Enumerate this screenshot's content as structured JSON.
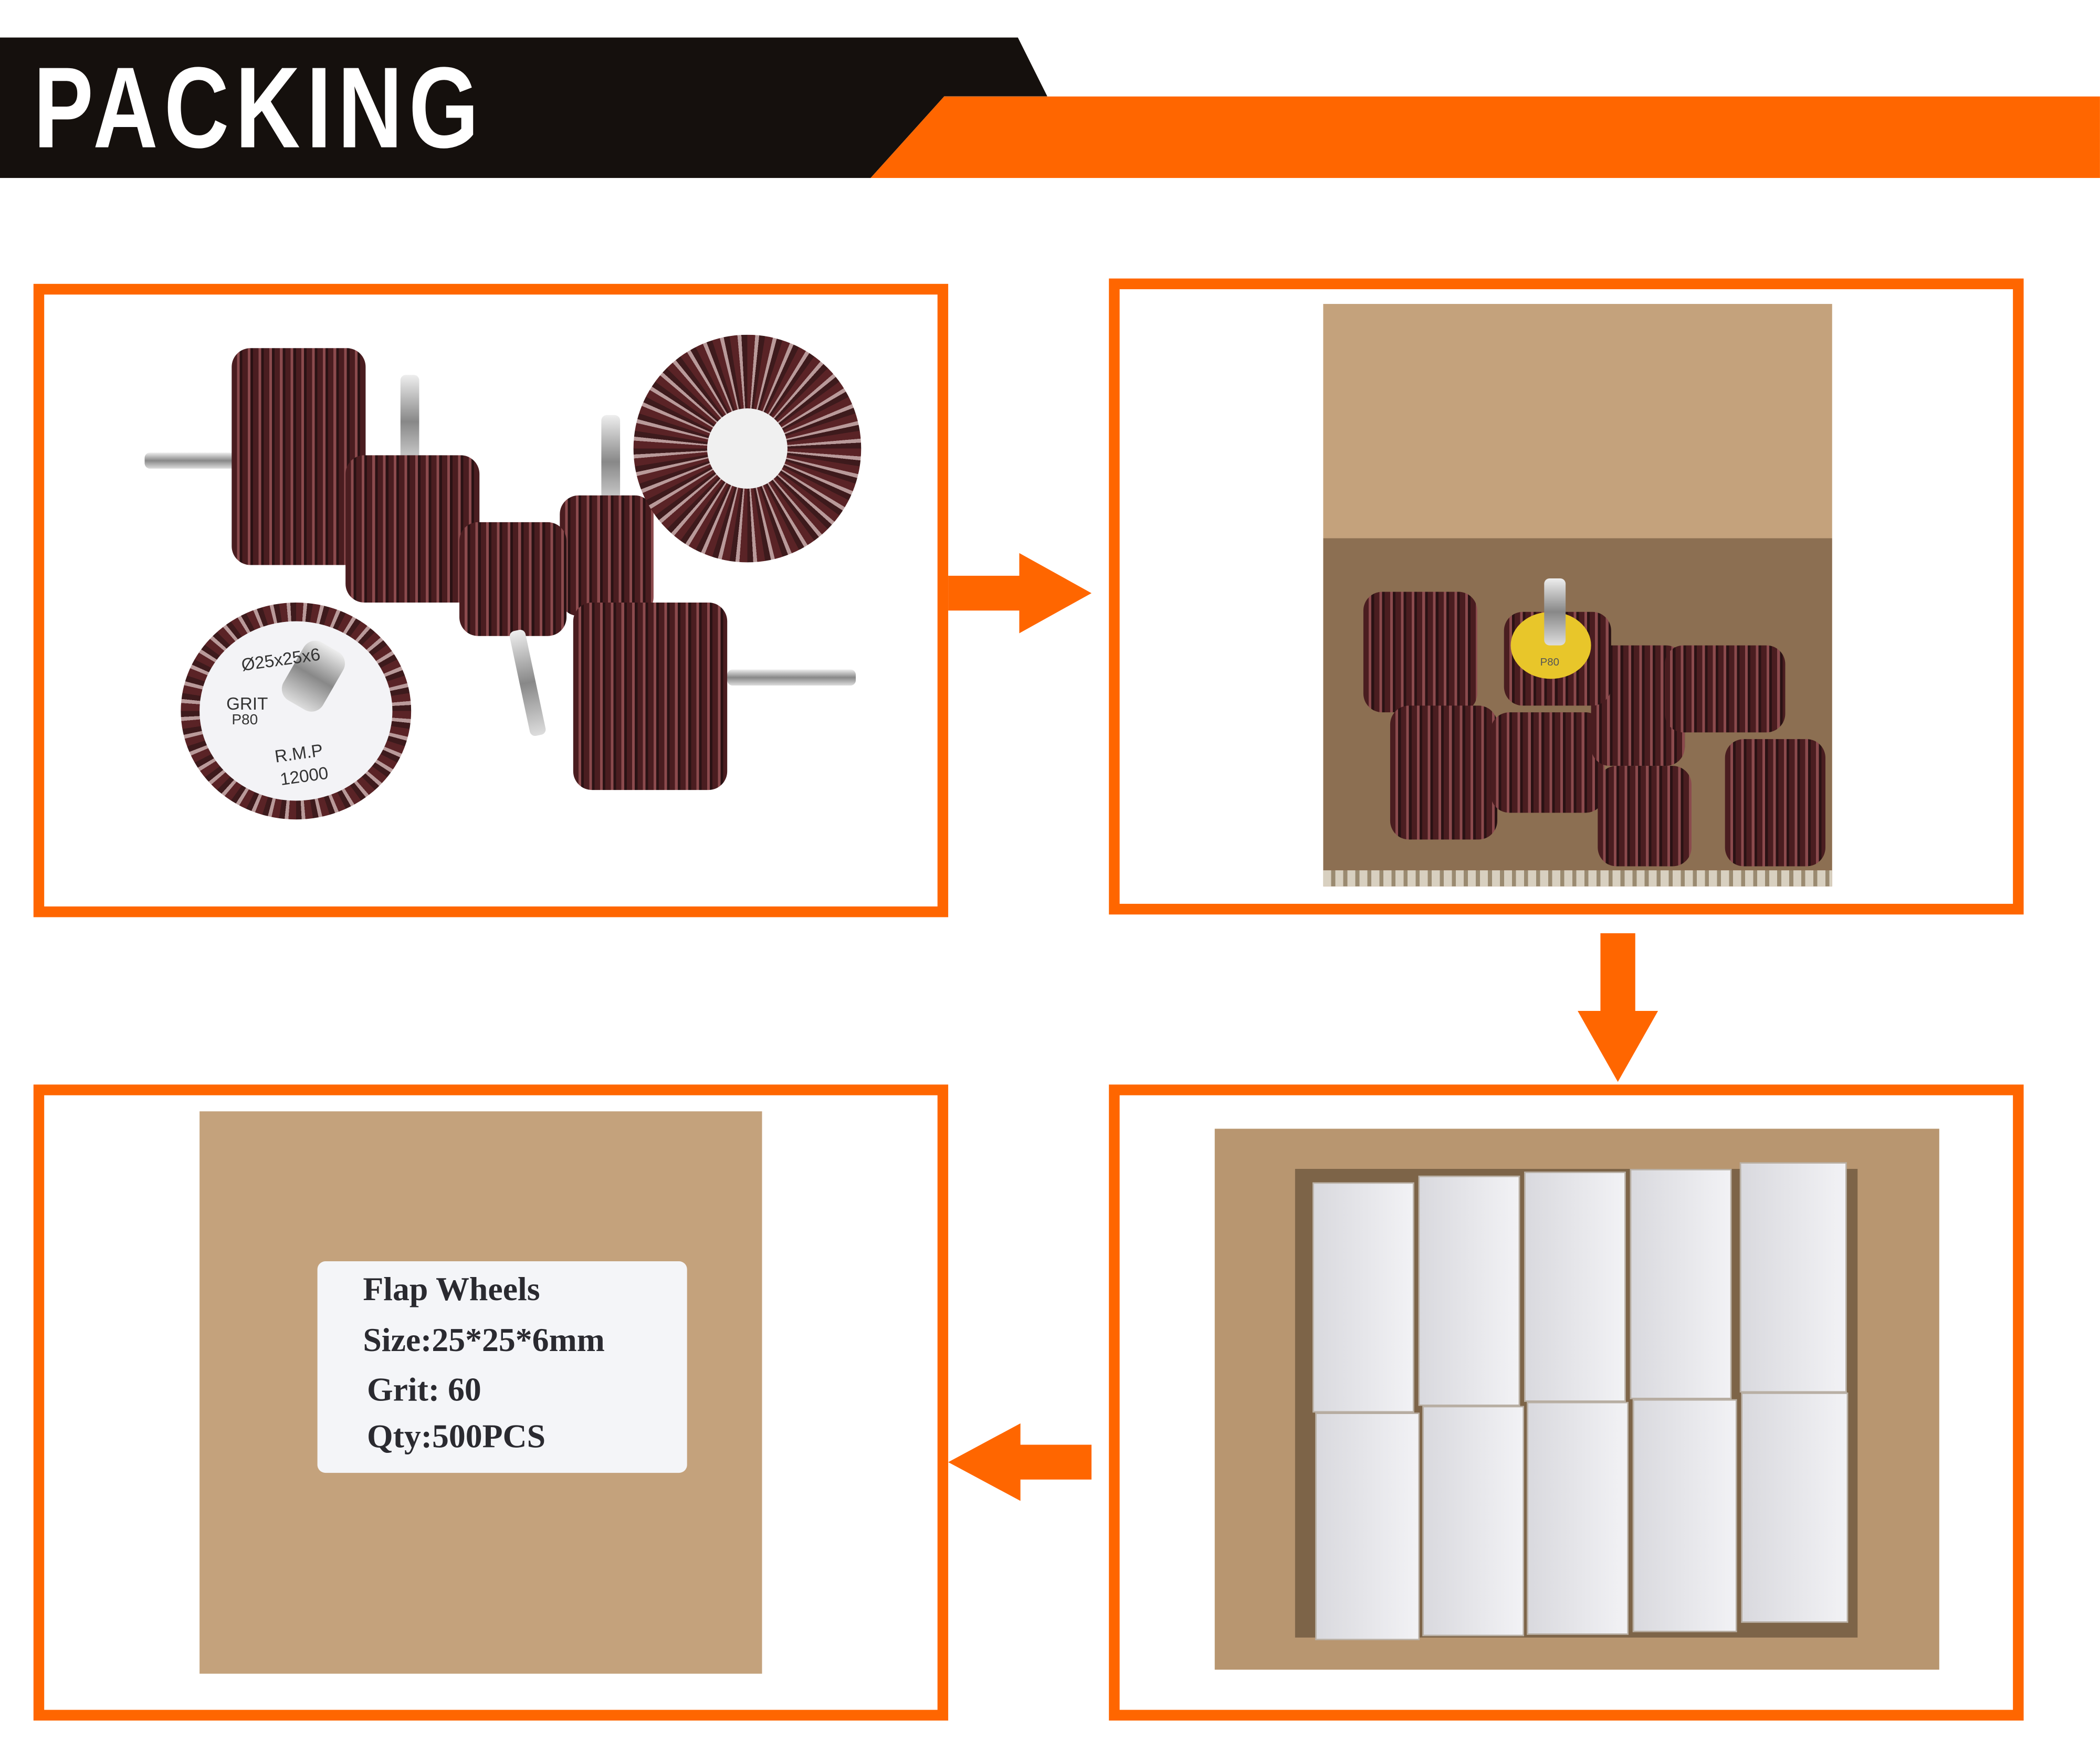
{
  "header": {
    "title": "PACKING"
  },
  "colors": {
    "accent": "#ff6600",
    "header_dark": "#15100d",
    "cardboard": "#c4a27c"
  },
  "step1": {
    "wheel_label": {
      "size": "Ø25x25x6",
      "grit_label": "GRIT",
      "grit_value": "P80",
      "rpm_label": "R.M.P",
      "rpm_value": "12000"
    }
  },
  "step2": {
    "wheel_grit": "P80"
  },
  "step3": {
    "label": {
      "line1": "Flap Wheels",
      "line2": "Size:25*25*6mm",
      "line3": "Grit: 60",
      "line4": "Qty:500PCS"
    }
  },
  "arrows": [
    "arrow-right-icon",
    "arrow-down-icon",
    "arrow-left-icon"
  ]
}
